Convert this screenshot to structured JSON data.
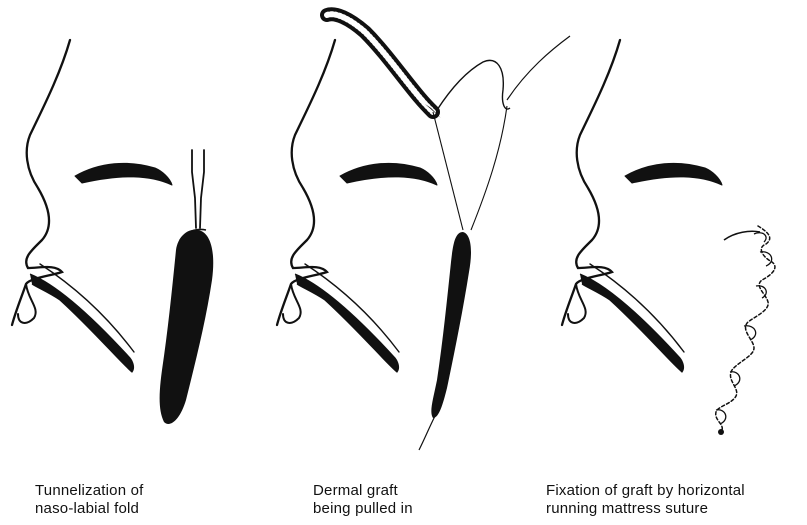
{
  "captions": [
    {
      "line1": "Tunnelization of",
      "line2": "naso-labial fold"
    },
    {
      "line1": "Dermal graft",
      "line2": "being pulled in"
    },
    {
      "line1": "Fixation of graft by horizontal",
      "line2": "running mattress suture"
    }
  ],
  "colors": {
    "ink": "#111111",
    "paper": "#ffffff"
  }
}
